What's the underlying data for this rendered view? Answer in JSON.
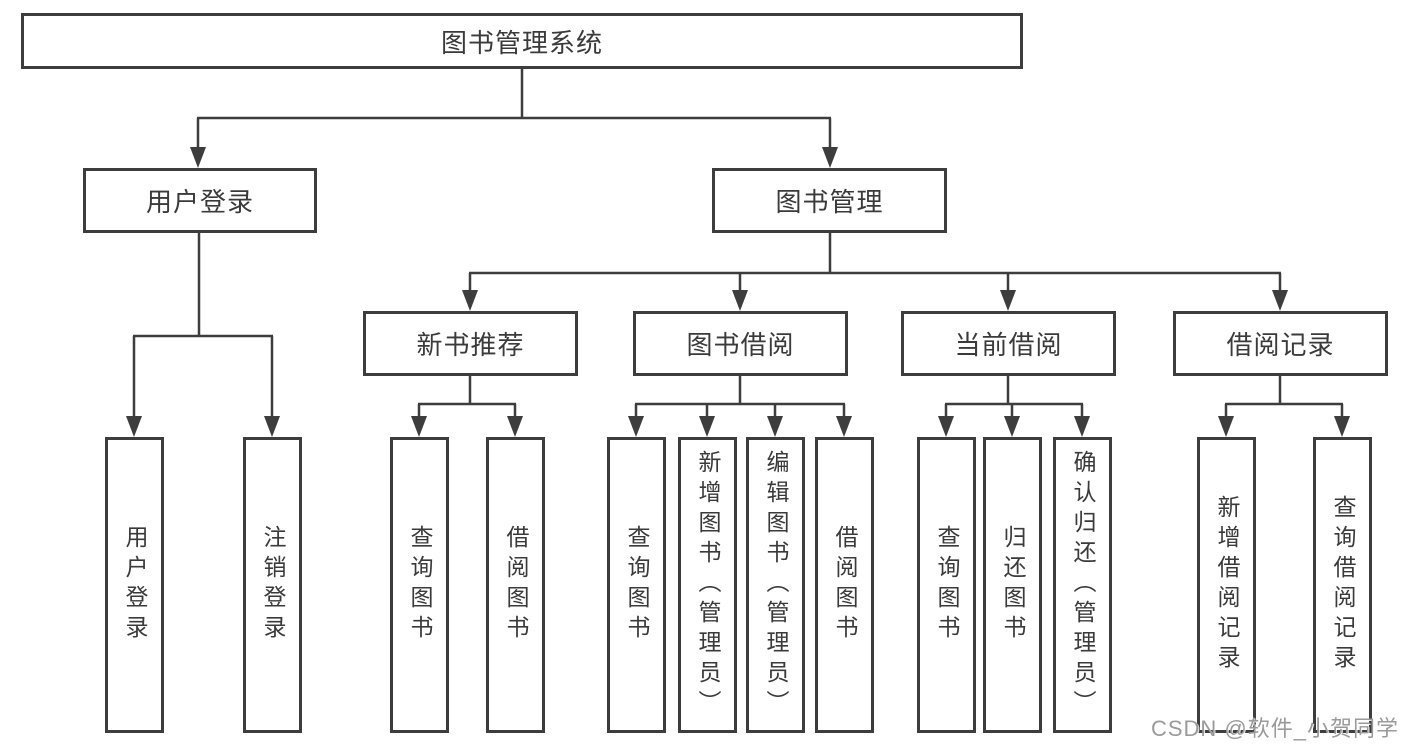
{
  "tree": {
    "root": {
      "label": "图书管理系统"
    },
    "login": {
      "label": "用户登录",
      "leaves": [
        {
          "label": "用户登录"
        },
        {
          "label": "注销登录"
        }
      ]
    },
    "management": {
      "label": "图书管理",
      "groups": [
        {
          "label": "新书推荐",
          "leaves": [
            {
              "label": "查询图书"
            },
            {
              "label": "借阅图书"
            }
          ]
        },
        {
          "label": "图书借阅",
          "leaves": [
            {
              "label": "查询图书"
            },
            {
              "label": "新增图书（管理员）"
            },
            {
              "label": "编辑图书（管理员）"
            },
            {
              "label": "借阅图书"
            }
          ]
        },
        {
          "label": "当前借阅",
          "leaves": [
            {
              "label": "查询图书"
            },
            {
              "label": "归还图书"
            },
            {
              "label": "确认归还（管理员）"
            }
          ]
        },
        {
          "label": "借阅记录",
          "leaves": [
            {
              "label": "新增借阅记录"
            },
            {
              "label": "查询借阅记录"
            }
          ]
        }
      ]
    }
  },
  "watermark": {
    "text": "CSDN @软件_小贺同学"
  },
  "colors": {
    "line": "#3d3d3d",
    "text": "#3a3a3a",
    "watermark_text": "#9a9a9a",
    "background": "#ffffff"
  }
}
